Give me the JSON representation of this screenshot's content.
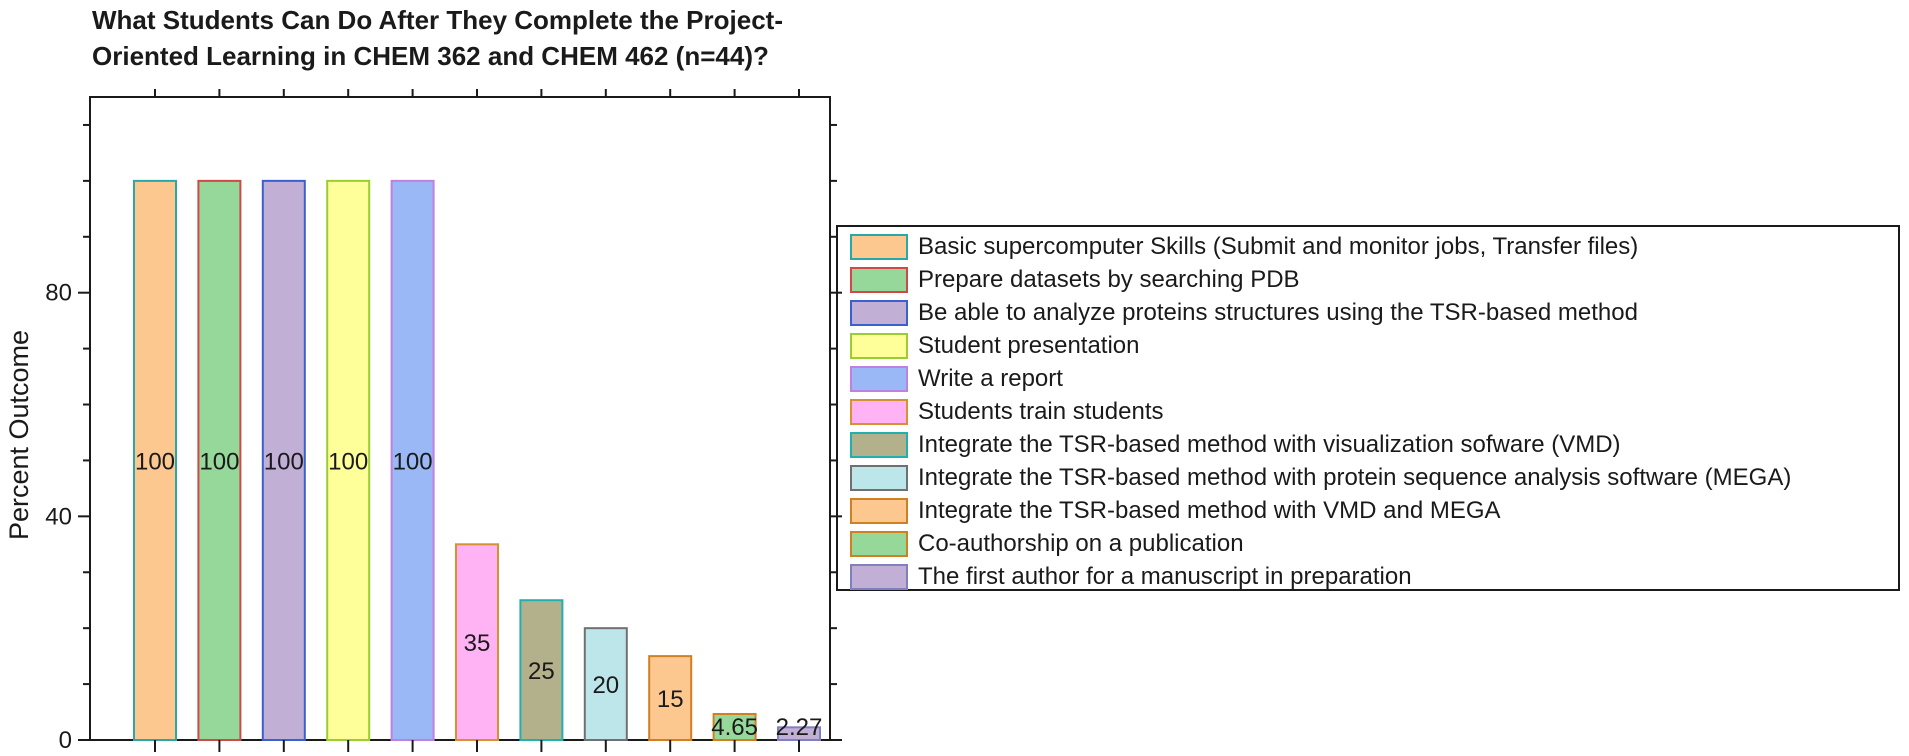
{
  "chart_data": {
    "type": "bar",
    "title_lines": [
      "What Students Can Do After They Complete the Project-",
      "Oriented Learning in CHEM 362 and CHEM 462 (n=44)?"
    ],
    "xlabel": "",
    "ylabel": "Percent Outcome",
    "ylim": [
      0,
      115
    ],
    "yticks": [
      0,
      40,
      80
    ],
    "grid": false,
    "legend_position": "right",
    "series": [
      {
        "name": "Basic supercomputer Skills (Submit and monitor jobs, Transfer files)",
        "value": 100,
        "label": "100",
        "fill": "#FCC88F",
        "stroke": "#2AA7A7"
      },
      {
        "name": "Prepare datasets by searching PDB",
        "value": 100,
        "label": "100",
        "fill": "#96D79A",
        "stroke": "#D04848"
      },
      {
        "name": "Be able to analyze proteins structures using the TSR-based method",
        "value": 100,
        "label": "100",
        "fill": "#C2AFD6",
        "stroke": "#3A60D0"
      },
      {
        "name": "Student presentation",
        "value": 100,
        "label": "100",
        "fill": "#FFFF99",
        "stroke": "#9ACD32"
      },
      {
        "name": "Write a report",
        "value": 100,
        "label": "100",
        "fill": "#99B8F5",
        "stroke": "#C080E0"
      },
      {
        "name": "Students train students",
        "value": 35,
        "label": "35",
        "fill": "#FFB3F5",
        "stroke": "#D89030"
      },
      {
        "name": "Integrate the TSR-based method with visualization sofware (VMD)",
        "value": 25,
        "label": "25",
        "fill": "#B3B08C",
        "stroke": "#20B0B0"
      },
      {
        "name": "Integrate the TSR-based method with protein sequence analysis software (MEGA)",
        "value": 20,
        "label": "20",
        "fill": "#BDE6EA",
        "stroke": "#707070"
      },
      {
        "name": "Integrate the TSR-based method with VMD and MEGA",
        "value": 15,
        "label": "15",
        "fill": "#FCC88F",
        "stroke": "#D08020"
      },
      {
        "name": "Co-authorship on a publication",
        "value": 4.65,
        "label": "4.65",
        "fill": "#96D79A",
        "stroke": "#D08020"
      },
      {
        "name": "The first author for a manuscript in preparation",
        "value": 2.27,
        "label": "2.27",
        "fill": "#C2AFD6",
        "stroke": "#8080C0"
      }
    ]
  }
}
